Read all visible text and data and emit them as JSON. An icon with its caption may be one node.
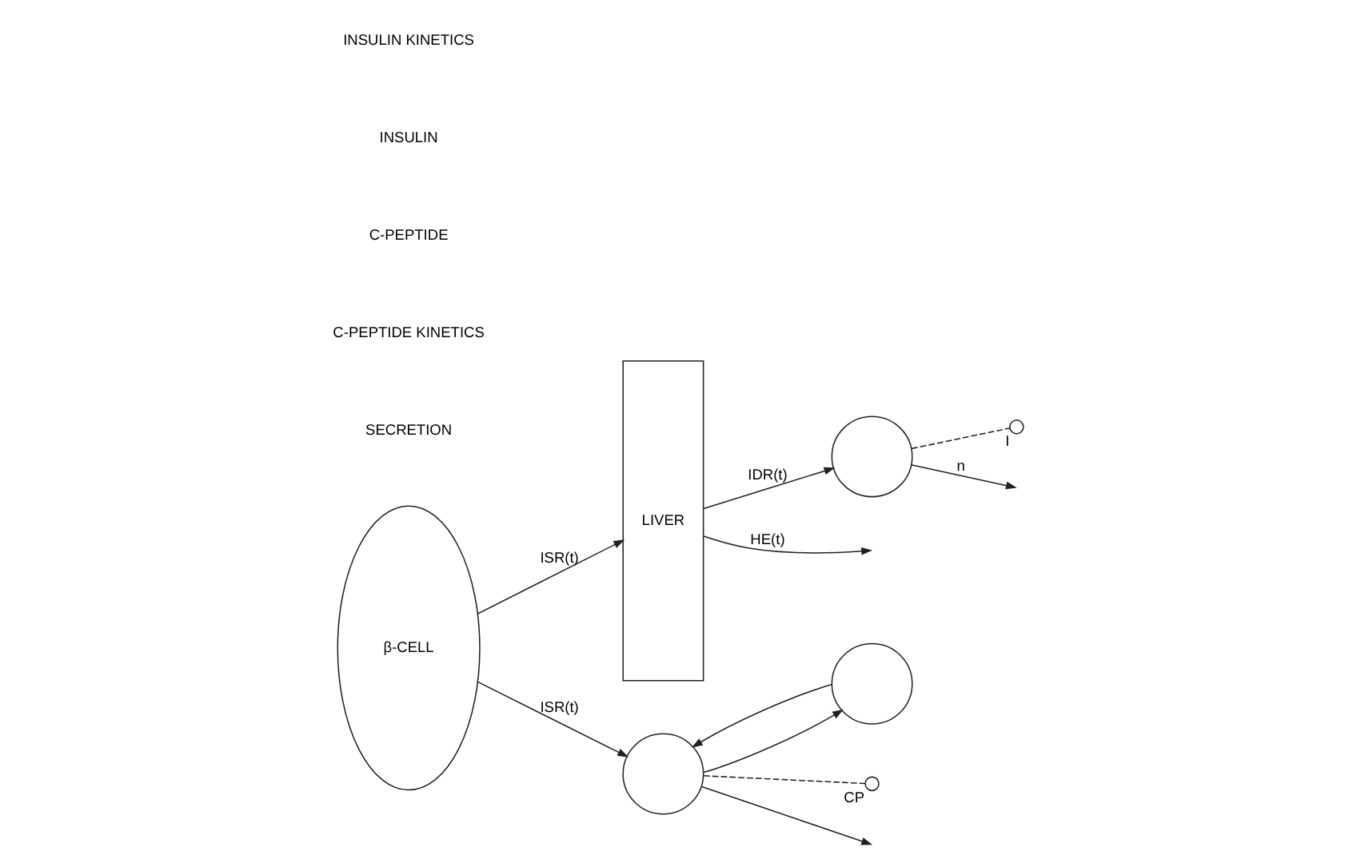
{
  "diagram": {
    "nodes": [
      {
        "text": [
          "β-CELL"
        ]
      },
      {
        "text": [
          "LIVER"
        ]
      },
      {
        "text": [],
        "shape": "circle"
      },
      {
        "text": [],
        "shape": "circle"
      },
      {
        "text": [],
        "shape": "circle"
      },
      {
        "text": [],
        "shape": "circle",
        "beside": [
          "CP"
        ]
      },
      {
        "text": [],
        "shape": "circle",
        "beside": [
          "I"
        ]
      }
    ],
    "edges": [
      {
        "from": 0,
        "to": 2,
        "arrow": "to",
        "label": "ISR(t)"
      },
      {
        "from": 3,
        "to": 2,
        "arrow": "to"
      },
      {
        "from": 2,
        "to": 3,
        "arrow": "to"
      },
      {
        "from": 2,
        "to": null,
        "arrow": "to"
      },
      {
        "from": 2,
        "to": 5,
        "arrow": "none",
        "style": "dashed"
      },
      {
        "from": 0,
        "to": 1,
        "arrow": "to",
        "label": "ISR(t)"
      },
      {
        "from": 1,
        "to": 4,
        "arrow": "to",
        "label": "IDR(t)"
      },
      {
        "from": 1,
        "to": null,
        "arrow": "to",
        "label": "HE(t)"
      },
      {
        "from": 4,
        "to": null,
        "arrow": "to",
        "label": "n"
      },
      {
        "from": 4,
        "to": 6,
        "arrow": "none",
        "style": "dashed"
      }
    ],
    "labels": [
      "SECRETION",
      "C-PEPTIDE KINETICS",
      "C-PEPTIDE",
      "INSULIN",
      "INSULIN KINETICS"
    ]
  }
}
